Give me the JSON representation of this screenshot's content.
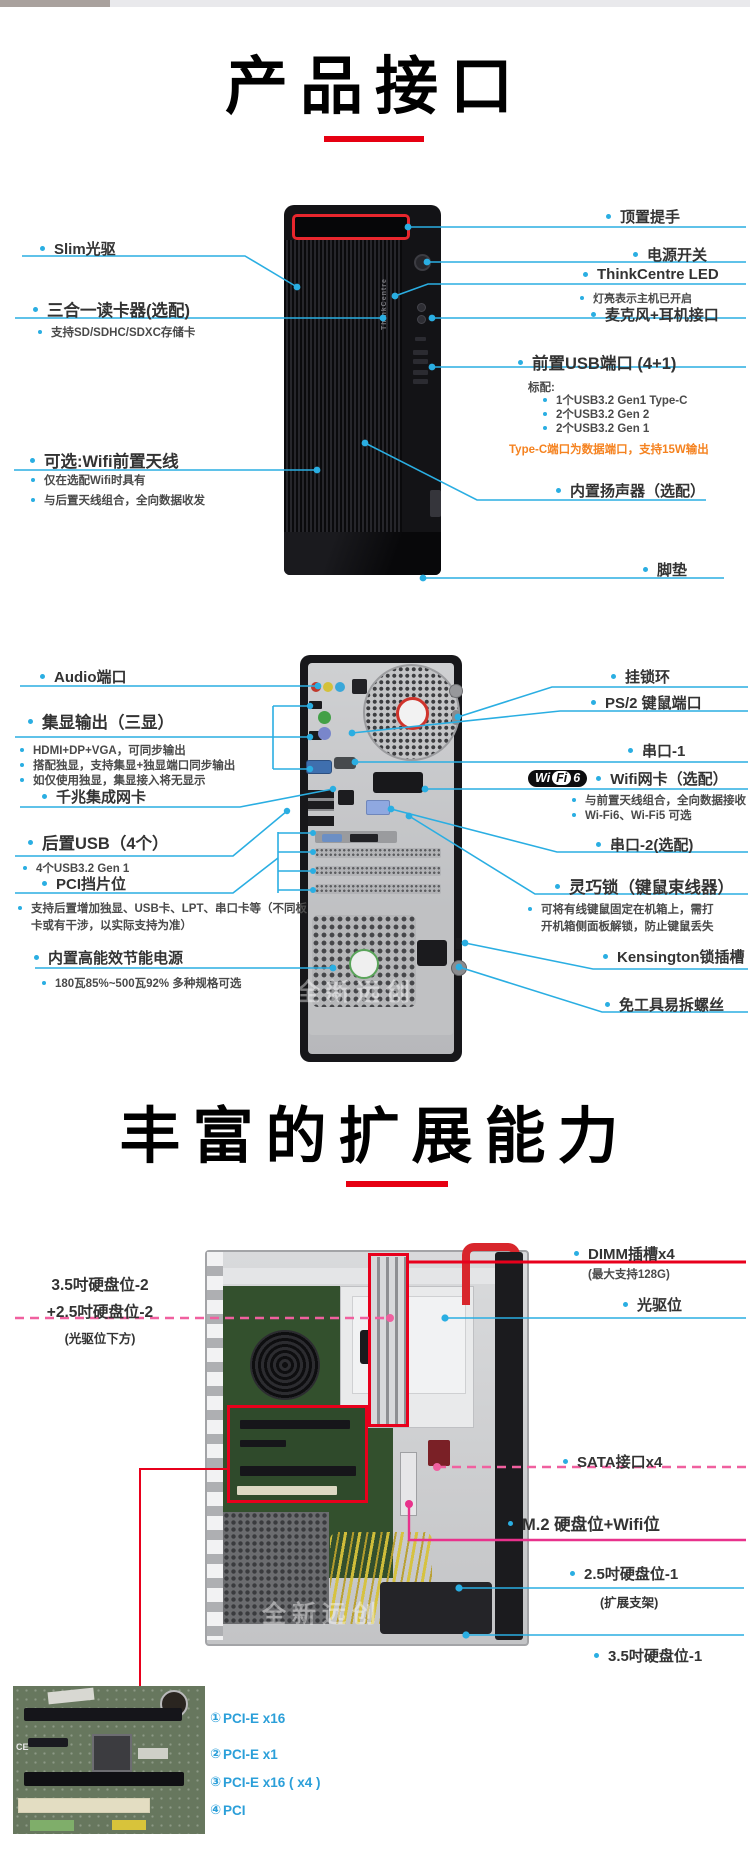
{
  "section1": {
    "title": "产品接口",
    "front": {
      "brand_vertical": "ThinkCentre"
    },
    "slim_odd": {
      "label": "Slim光驱"
    },
    "card_reader": {
      "label": "三合一读卡器(选配)",
      "note": "支持SD/SDHC/SDXC存储卡"
    },
    "wifi_antenna": {
      "label": "可选:Wifi前置天线",
      "note1": "仅在选配Wifi时具有",
      "note2": "与后置天线组合，全向数据收发"
    },
    "top_handle": {
      "label": "顶置提手"
    },
    "power_button": {
      "label": "电源开关"
    },
    "led": {
      "label": "ThinkCentre LED",
      "note": "灯亮表示主机已开启"
    },
    "mic_jack": {
      "label": "麦克风+耳机接口"
    },
    "front_usb": {
      "label": "前置USB端口 (4+1)",
      "notes_title": "标配:",
      "note1": "1个USB3.2 Gen1 Type-C",
      "note2": "2个USB3.2 Gen 2",
      "note3": "2个USB3.2 Gen 1",
      "warning": "Type-C端口为数据端口，支持15W输出"
    },
    "speaker": {
      "label": "内置扬声器（选配）"
    },
    "feet": {
      "label": "脚垫"
    }
  },
  "section2": {
    "audio": {
      "label": "Audio端口"
    },
    "igpu_out": {
      "label": "集显输出（三显）",
      "note1": "HDMI+DP+VGA，可同步输出",
      "note2": "搭配独显，支持集显+独显端口同步输出",
      "note3": "如仅使用独显，集显接入将无显示"
    },
    "lan": {
      "label": "千兆集成网卡"
    },
    "rear_usb": {
      "label": "后置USB（4个）",
      "note": "4个USB3.2 Gen 1"
    },
    "pci_bracket": {
      "label": "PCI挡片位",
      "note": "支持后置增加独显、USB卡、LPT、串口卡等（不同板卡或有干涉，以实际支持为准）"
    },
    "psu": {
      "label": "内置高能效节能电源",
      "note": "180瓦85%~500瓦92% 多种规格可选"
    },
    "padlock": {
      "label": "挂锁环"
    },
    "ps2": {
      "label": "PS/2 键鼠端口"
    },
    "com1": {
      "label": "串口-1"
    },
    "wifi_card": {
      "badge_wi": "Wi",
      "badge_fi": "Fi",
      "badge_6": "6",
      "label": "Wifi网卡（选配）",
      "note1": "与前置天线组合，全向数据接收",
      "note2": "Wi-Fi6、Wi-Fi5 可选"
    },
    "com2": {
      "label": "串口-2(选配)"
    },
    "smart_lock": {
      "label": "灵巧锁（键鼠束线器）",
      "note": "可将有线键鼠固定在机箱上，需打开机箱侧面板解锁，防止键鼠丢失"
    },
    "kensington": {
      "label": "Kensington锁插槽"
    },
    "screw": {
      "label": "免工具易拆螺丝"
    },
    "watermark": "全新远创"
  },
  "section3": {
    "title": "丰富的扩展能力",
    "dimm": {
      "label": "DIMM插槽x4",
      "note": "(最大支持128G)"
    },
    "odd_bay": {
      "label": "光驱位"
    },
    "hdd2": {
      "line1": "3.5吋硬盘位-2",
      "line2": "+2.5吋硬盘位-2",
      "line3": "(光驱位下方)"
    },
    "sata": {
      "label": "SATA接口x4"
    },
    "m2": {
      "label": "M.2 硬盘位+Wifi位"
    },
    "hdd1_25": {
      "label": "2.5吋硬盘位-1",
      "note": "(扩展支架)"
    },
    "hdd1_35": {
      "label": "3.5吋硬盘位-1"
    },
    "watermark": "全新远创",
    "slots": [
      {
        "num": "①",
        "label": "PCI-E x16"
      },
      {
        "num": "②",
        "label": "PCI-E x1"
      },
      {
        "num": "③",
        "label": "PCI-E x16 ( x4 )"
      },
      {
        "num": "④",
        "label": "PCI"
      }
    ]
  }
}
